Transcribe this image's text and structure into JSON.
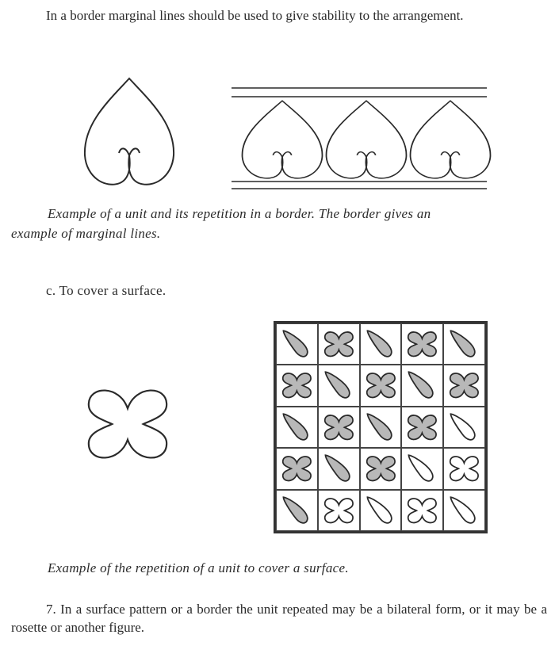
{
  "paragraph_1": "In a border marginal lines should be used to give stability to the arrangement.",
  "caption_1_line_1": "Example of a unit and its repetition in a border.   The border gives an",
  "caption_1_line_2": "example of marginal lines.",
  "heading_c": "c. To cover a surface.",
  "caption_2": "Example of the repetition of a unit to cover a surface.",
  "paragraph_7": "7. In a surface pattern or a border the unit repeated may be a bilateral form, or it may be a rosette or another figure.",
  "surface_grid": {
    "rows": [
      [
        {
          "shape": "leaf",
          "filled": true
        },
        {
          "shape": "cross",
          "filled": true
        },
        {
          "shape": "leaf",
          "filled": true
        },
        {
          "shape": "cross",
          "filled": true
        },
        {
          "shape": "leaf",
          "filled": true
        }
      ],
      [
        {
          "shape": "cross",
          "filled": true
        },
        {
          "shape": "leaf",
          "filled": true
        },
        {
          "shape": "cross",
          "filled": true
        },
        {
          "shape": "leaf",
          "filled": true
        },
        {
          "shape": "cross",
          "filled": true
        }
      ],
      [
        {
          "shape": "leaf",
          "filled": true
        },
        {
          "shape": "cross",
          "filled": true
        },
        {
          "shape": "leaf",
          "filled": true
        },
        {
          "shape": "cross",
          "filled": true
        },
        {
          "shape": "leaf",
          "filled": false
        }
      ],
      [
        {
          "shape": "cross",
          "filled": true
        },
        {
          "shape": "leaf",
          "filled": true
        },
        {
          "shape": "cross",
          "filled": true
        },
        {
          "shape": "leaf",
          "filled": false
        },
        {
          "shape": "cross",
          "filled": false
        }
      ],
      [
        {
          "shape": "leaf",
          "filled": true
        },
        {
          "shape": "cross",
          "filled": false
        },
        {
          "shape": "leaf",
          "filled": false
        },
        {
          "shape": "cross",
          "filled": false
        },
        {
          "shape": "leaf",
          "filled": false
        }
      ]
    ]
  },
  "colors": {
    "ink": "#2a2a2a",
    "stipple": "#b8b8b8"
  }
}
